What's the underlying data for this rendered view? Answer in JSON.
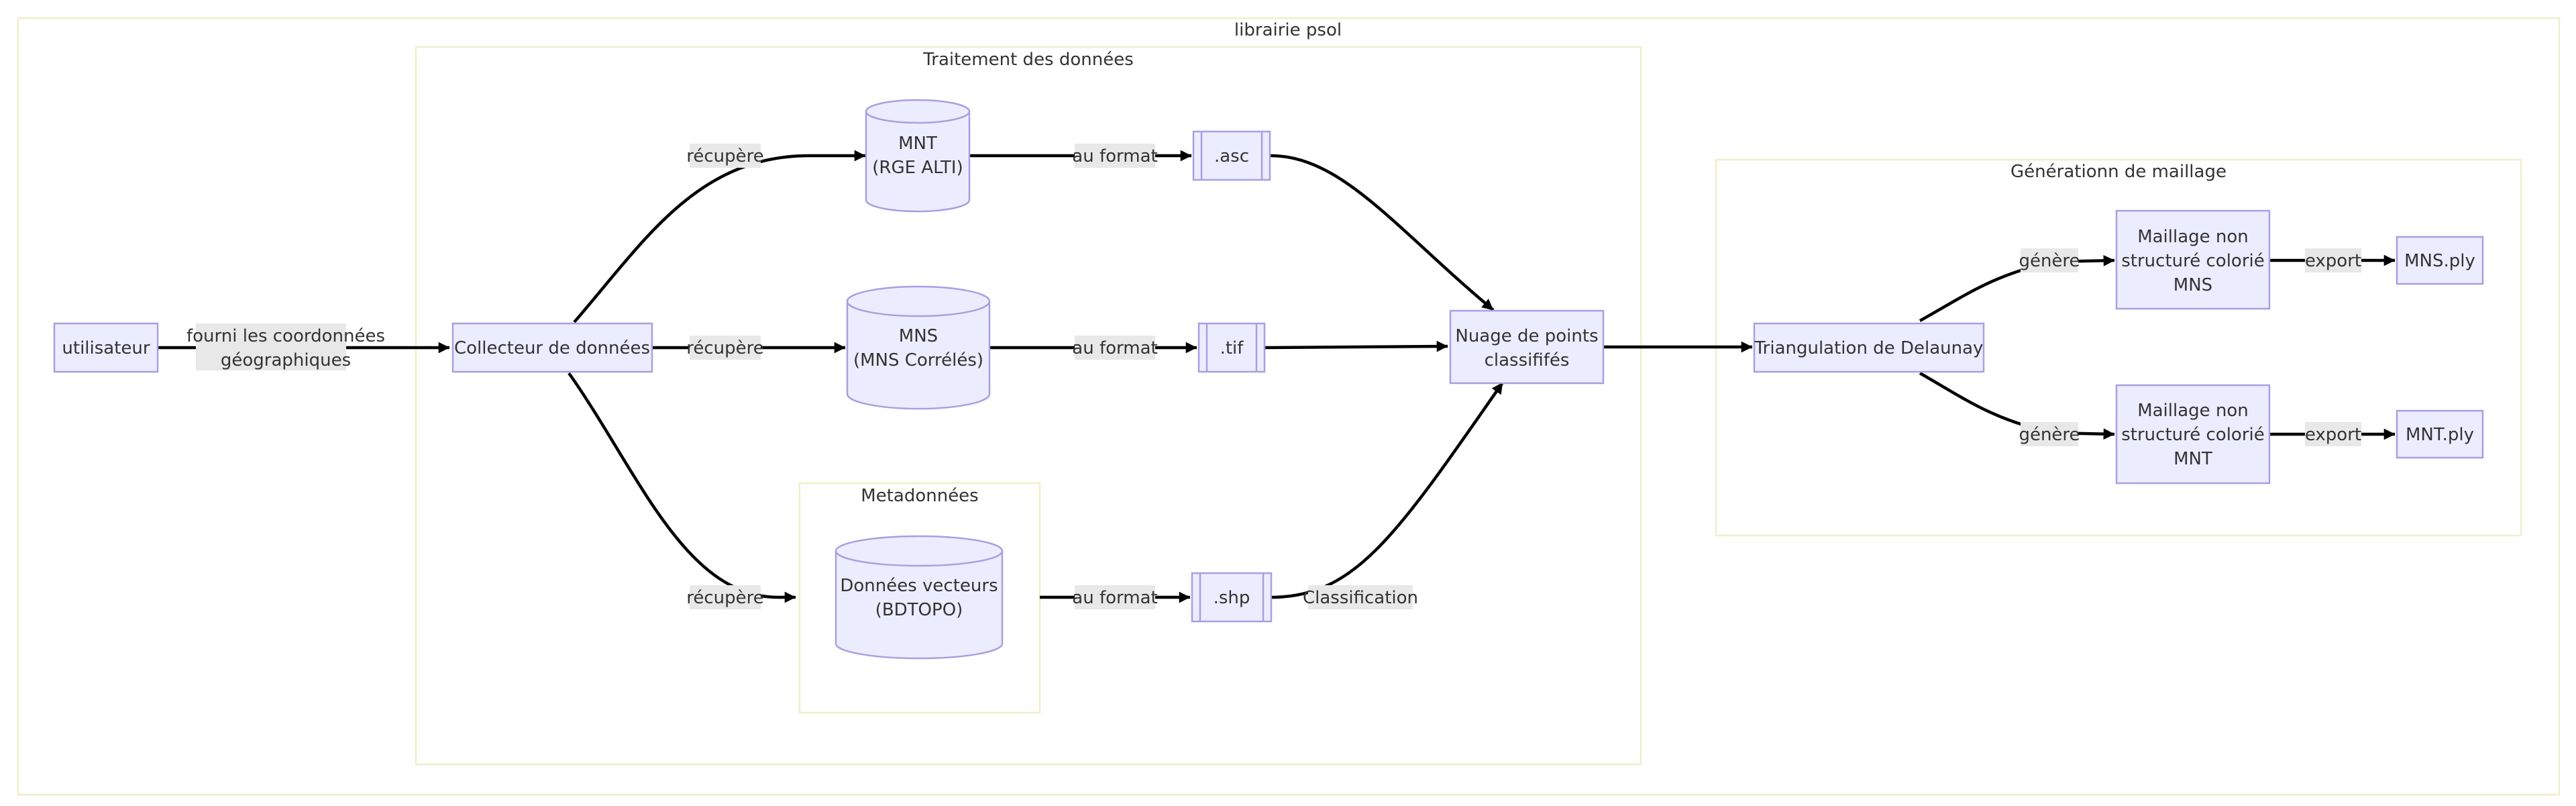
{
  "clusters": {
    "psol": "librairie psol",
    "traitement": "Traitement des données",
    "metadonnees": "Metadonnées",
    "maillage": "Générationn de maillage"
  },
  "nodes": {
    "utilisateur": "utilisateur",
    "collecteur": "Collecteur de données",
    "mnt": [
      "MNT",
      "(RGE ALTI)"
    ],
    "mns": [
      "MNS",
      "(MNS Corrélés)"
    ],
    "vecteurs": [
      "Données vecteurs",
      "(BDTOPO)"
    ],
    "asc": ".asc",
    "tif": ".tif",
    "shp": ".shp",
    "nuage": [
      "Nuage de points",
      "classififés"
    ],
    "delaunay": "Triangulation de Delaunay",
    "maillage_mns": [
      "Maillage non",
      "structuré colorié",
      "MNS"
    ],
    "maillage_mnt": [
      "Maillage non",
      "structuré colorié",
      "MNT"
    ],
    "mns_ply": "MNS.ply",
    "mnt_ply": "MNT.ply"
  },
  "edges": {
    "fourni": [
      "fourni les coordonnées",
      "géographiques"
    ],
    "recupere_mnt": "récupère",
    "recupere_mns": "récupère",
    "recupere_vect": "récupère",
    "format_asc": "au format",
    "format_tif": "au format",
    "format_shp": "au format",
    "classification": "Classification",
    "genere_mns": "génère",
    "genere_mnt": "génère",
    "export_mns": "export",
    "export_mnt": "export"
  },
  "colors": {
    "node_fill": "#ececff",
    "node_stroke": "#a7a0e0",
    "cluster_stroke": "#efefc8",
    "edge": "#000000",
    "label_background": "#e8e8e8"
  }
}
